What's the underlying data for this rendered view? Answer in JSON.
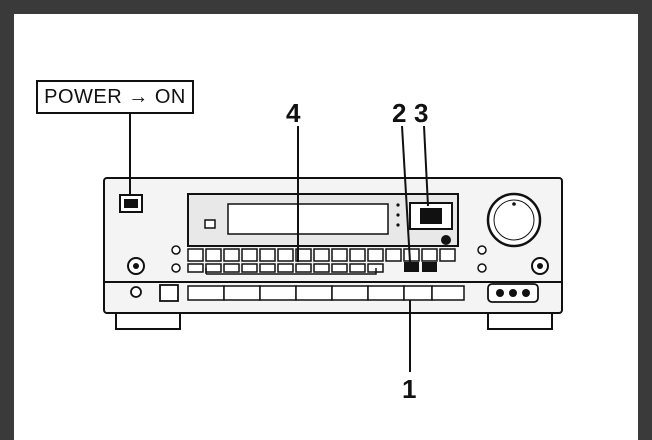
{
  "power_label": "POWER → ON",
  "callouts": {
    "c4": "4",
    "c2": "2",
    "c3": "3",
    "c1": "1"
  }
}
